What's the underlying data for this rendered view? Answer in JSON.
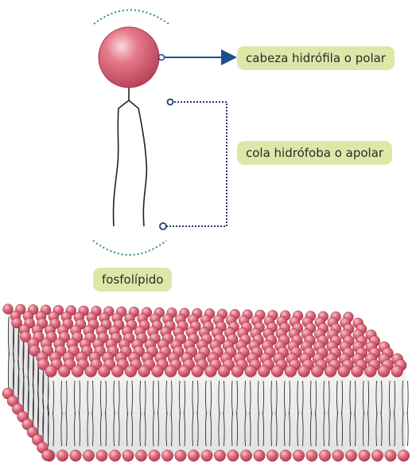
{
  "labels": {
    "head": "cabeza hidrófila o polar",
    "tail": "cola hidrófoba o apolar",
    "phospholipid": "fosfolípido"
  },
  "colors": {
    "head_fill": "#d95a6e",
    "head_dark": "#a8344a",
    "head_light": "#f3b3bd",
    "arrow": "#1f4e8c",
    "dotted_bracket": "#1f3a6e",
    "rotation_arc": "#2a8a8a",
    "label_bg": "#dce8a8",
    "membrane_interior": "#ececec"
  }
}
